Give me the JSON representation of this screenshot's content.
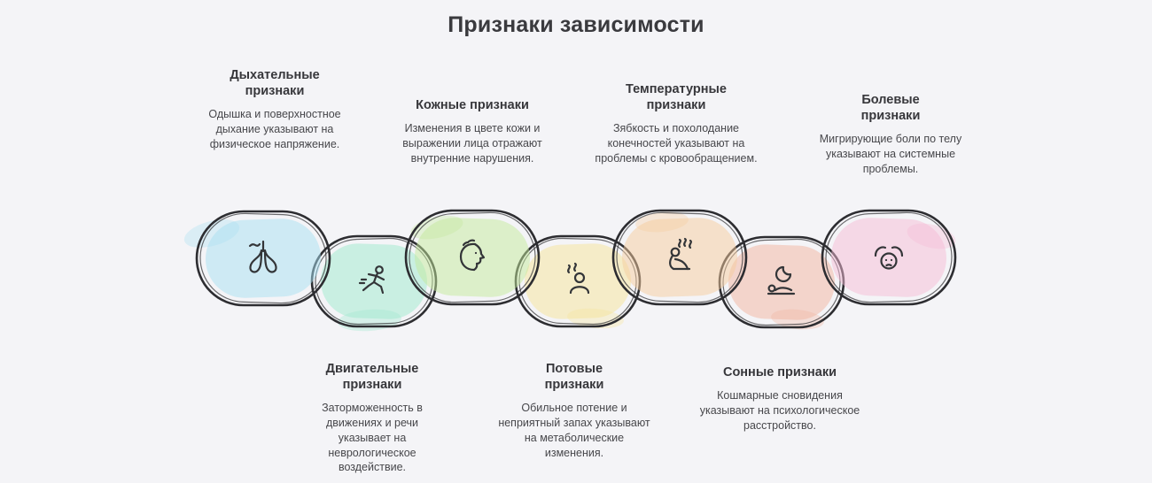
{
  "title": "Признаки зависимости",
  "background": "#f4f4f7",
  "items": [
    {
      "heading": "Дыхательные признаки",
      "body": "Одышка и поверхностное дыхание указывают на физическое напряжение.",
      "color": "#a8dff2",
      "icon": "lungs-icon",
      "row": "top"
    },
    {
      "heading": "Двигательные признаки",
      "body": "Заторможенность в движениях и речи указывает на неврологическое воздействие.",
      "color": "#9de9cd",
      "icon": "running-person-icon",
      "row": "bottom"
    },
    {
      "heading": "Кожные признаки",
      "body": "Изменения в цвете кожи и выражении лица отражают внутренние нарушения.",
      "color": "#c3e99c",
      "icon": "face-profile-icon",
      "row": "top"
    },
    {
      "heading": "Потовые признаки",
      "body": "Обильное потение и неприятный запах указывают на метаболические изменения.",
      "color": "#f5e49a",
      "icon": "sweating-person-icon",
      "row": "bottom"
    },
    {
      "heading": "Температурные признаки",
      "body": "Зябкость и похолодание конечностей указывают на проблемы с кровообращением.",
      "color": "#f6cb9d",
      "icon": "shivering-person-icon",
      "row": "top"
    },
    {
      "heading": "Сонные признаки",
      "body": "Кошмарные сновидения указывают на психологическое расстройство.",
      "color": "#f2b4a0",
      "icon": "moon-sleep-icon",
      "row": "bottom"
    },
    {
      "heading": "Болевые признаки",
      "body": "Мигрирующие боли по телу указывают на системные проблемы.",
      "color": "#f5bbd5",
      "icon": "pain-person-icon",
      "row": "top"
    }
  ]
}
